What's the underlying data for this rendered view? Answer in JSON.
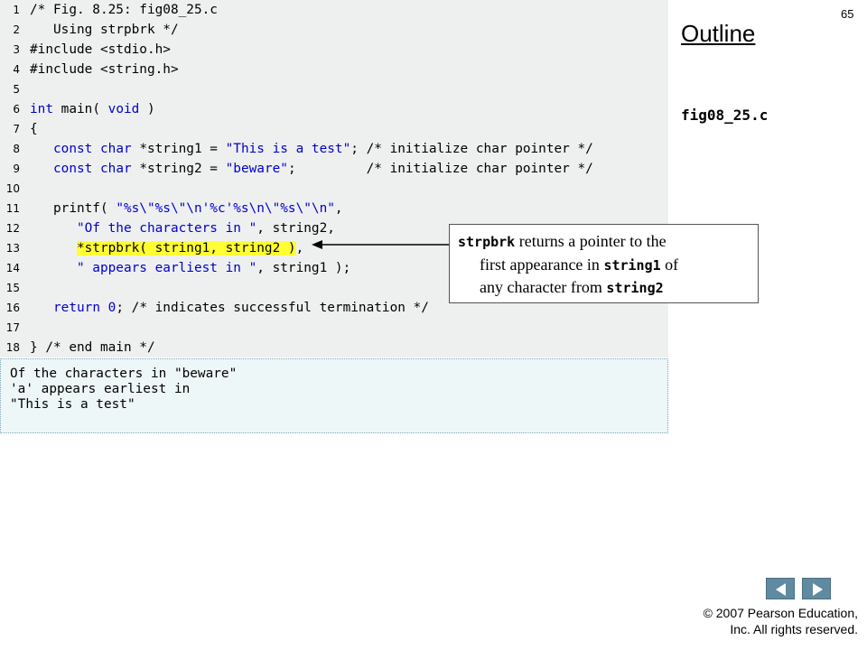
{
  "slide": {
    "number": "65",
    "outline_title": "Outline",
    "file_label": "fig08_25.c"
  },
  "code": {
    "lines": [
      {
        "n": "1",
        "parts": [
          [
            "/* Fig. 8.25: fig08_25.c",
            ""
          ]
        ]
      },
      {
        "n": "2",
        "parts": [
          [
            "   Using strpbrk */",
            ""
          ]
        ]
      },
      {
        "n": "3",
        "parts": [
          [
            "#include <stdio.h>",
            ""
          ]
        ]
      },
      {
        "n": "4",
        "parts": [
          [
            "#include <string.h>",
            ""
          ]
        ]
      },
      {
        "n": "5",
        "parts": [
          [
            "",
            ""
          ]
        ]
      },
      {
        "n": "6",
        "parts": [
          [
            "int",
            "kw"
          ],
          [
            " main( ",
            ""
          ],
          [
            "void",
            "kw"
          ],
          [
            " )",
            ""
          ]
        ]
      },
      {
        "n": "7",
        "parts": [
          [
            "{",
            ""
          ]
        ]
      },
      {
        "n": "8",
        "parts": [
          [
            "   ",
            ""
          ],
          [
            "const",
            "kw"
          ],
          [
            " ",
            ""
          ],
          [
            "char",
            "kw"
          ],
          [
            " *string1 = ",
            ""
          ],
          [
            "\"This is a test\"",
            "str"
          ],
          [
            "; /* initialize char pointer */",
            ""
          ]
        ]
      },
      {
        "n": "9",
        "parts": [
          [
            "   ",
            ""
          ],
          [
            "const",
            "kw"
          ],
          [
            " ",
            ""
          ],
          [
            "char",
            "kw"
          ],
          [
            " *string2 = ",
            ""
          ],
          [
            "\"beware\"",
            "str"
          ],
          [
            ";         /* initialize char pointer */",
            ""
          ]
        ]
      },
      {
        "n": "10",
        "parts": [
          [
            "",
            ""
          ]
        ]
      },
      {
        "n": "11",
        "parts": [
          [
            "   printf( ",
            ""
          ],
          [
            "\"%s\\\"%s\\\"\\n'%c'%s\\n\\\"%s\\\"\\n\"",
            "str"
          ],
          [
            ",",
            ""
          ]
        ]
      },
      {
        "n": "12",
        "parts": [
          [
            "      ",
            ""
          ],
          [
            "\"Of the characters in \"",
            "str"
          ],
          [
            ", string2,",
            ""
          ]
        ]
      },
      {
        "n": "13",
        "parts": [
          [
            "      ",
            ""
          ],
          [
            "*strpbrk( string1, string2 )",
            "hl"
          ],
          [
            ",",
            ""
          ]
        ]
      },
      {
        "n": "14",
        "parts": [
          [
            "      ",
            ""
          ],
          [
            "\" appears earliest in \"",
            "str"
          ],
          [
            ", string1 );",
            ""
          ]
        ]
      },
      {
        "n": "15",
        "parts": [
          [
            "",
            ""
          ]
        ]
      },
      {
        "n": "16",
        "parts": [
          [
            "   ",
            ""
          ],
          [
            "return",
            "kw"
          ],
          [
            " ",
            ""
          ],
          [
            "0",
            "num"
          ],
          [
            "; /* indicates successful termination */",
            ""
          ]
        ]
      },
      {
        "n": "17",
        "parts": [
          [
            "",
            ""
          ]
        ]
      },
      {
        "n": "18",
        "parts": [
          [
            "} /* end main */",
            ""
          ]
        ]
      }
    ]
  },
  "output": {
    "lines": [
      "Of the characters in \"beware\"",
      "'a' appears earliest in",
      "\"This is a test\""
    ]
  },
  "callout": {
    "fn": "strpbrk",
    "line1_text": " returns a pointer to the",
    "line2_text": "first appearance in ",
    "line2_code": "string1",
    "line2_tail": " of",
    "line3_text": "any character from ",
    "line3_code": "string2"
  },
  "copyright": {
    "line1": "© 2007 Pearson Education,",
    "line2": "Inc.  All rights reserved."
  },
  "icons": {
    "prev": "triangle-left-icon",
    "next": "triangle-right-icon"
  },
  "colors": {
    "keyword": "#0000cc",
    "highlight": "#ffff33",
    "nav_button": "#5f8aa0"
  }
}
